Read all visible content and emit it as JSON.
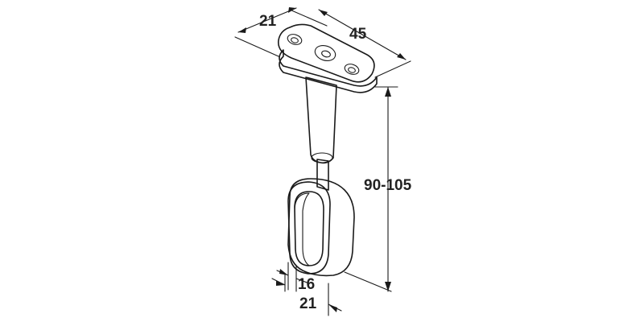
{
  "dimensions": {
    "plate_width": "21",
    "plate_length": "45",
    "overall_height": "90-105",
    "inner_width": "16",
    "outer_width": "21"
  },
  "colors": {
    "line": "#1a1a1a",
    "shade_light": "#d4d4d4",
    "shade_mid": "#a8a8a8",
    "shade_dark": "#7e7e7e",
    "background": "#ffffff"
  }
}
